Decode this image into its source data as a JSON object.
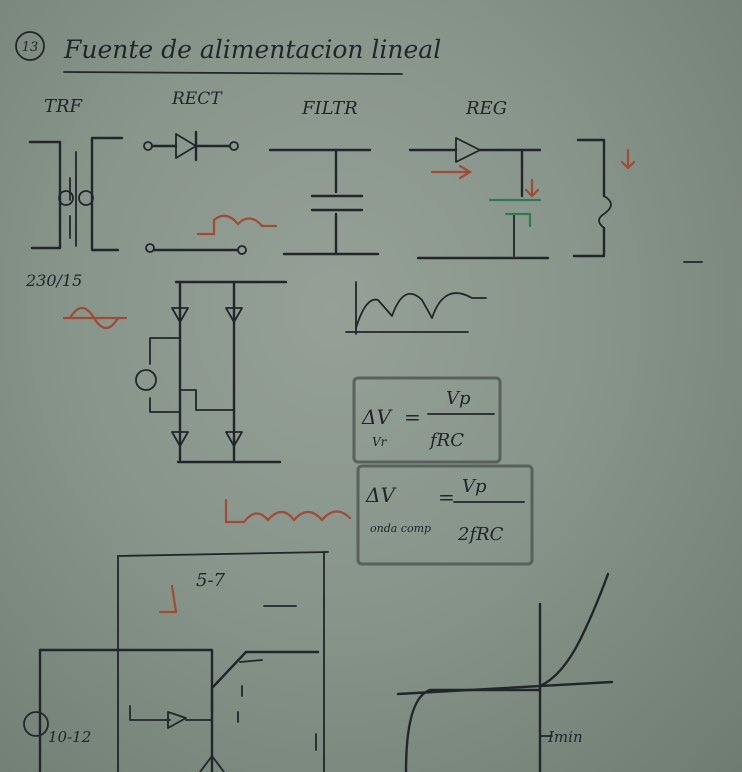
{
  "board": {
    "lecture_number": "13",
    "title": "Fuente de alimentacion lineal",
    "blocks": {
      "trf": "TRF",
      "rect": "RECT",
      "filtr": "FILTR",
      "reg": "REG"
    },
    "mains_label": "230/15",
    "formula_1": {
      "lhs": "ΔV",
      "sub": "Vr",
      "num": "Vp",
      "den": "fRC"
    },
    "formula_2": {
      "lhs": "ΔV",
      "sub": "onda comp",
      "num": "Vp",
      "den": "2fRC"
    },
    "zener_range": "5-7",
    "source_label": "10-12",
    "imin_label": "Imin"
  }
}
